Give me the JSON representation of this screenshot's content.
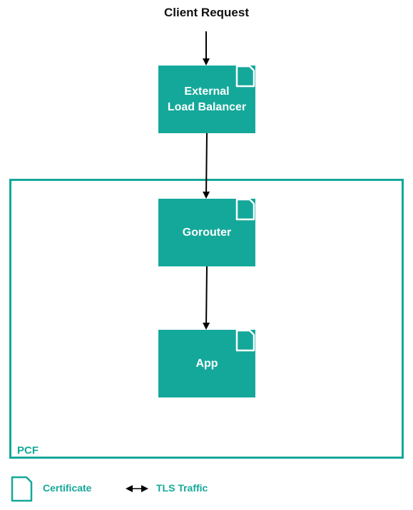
{
  "title": "Client Request",
  "nodes": {
    "external_lb": "External\nLoad Balancer",
    "gorouter": "Gorouter",
    "app": "App"
  },
  "container": {
    "label": "PCF"
  },
  "legend": {
    "certificate": "Certificate",
    "tls_traffic": "TLS Traffic"
  },
  "colors": {
    "accent": "#14a89a",
    "arrow": "#000000"
  },
  "icons": {
    "certificate": "certificate-icon",
    "tls": "double-arrow-icon"
  }
}
